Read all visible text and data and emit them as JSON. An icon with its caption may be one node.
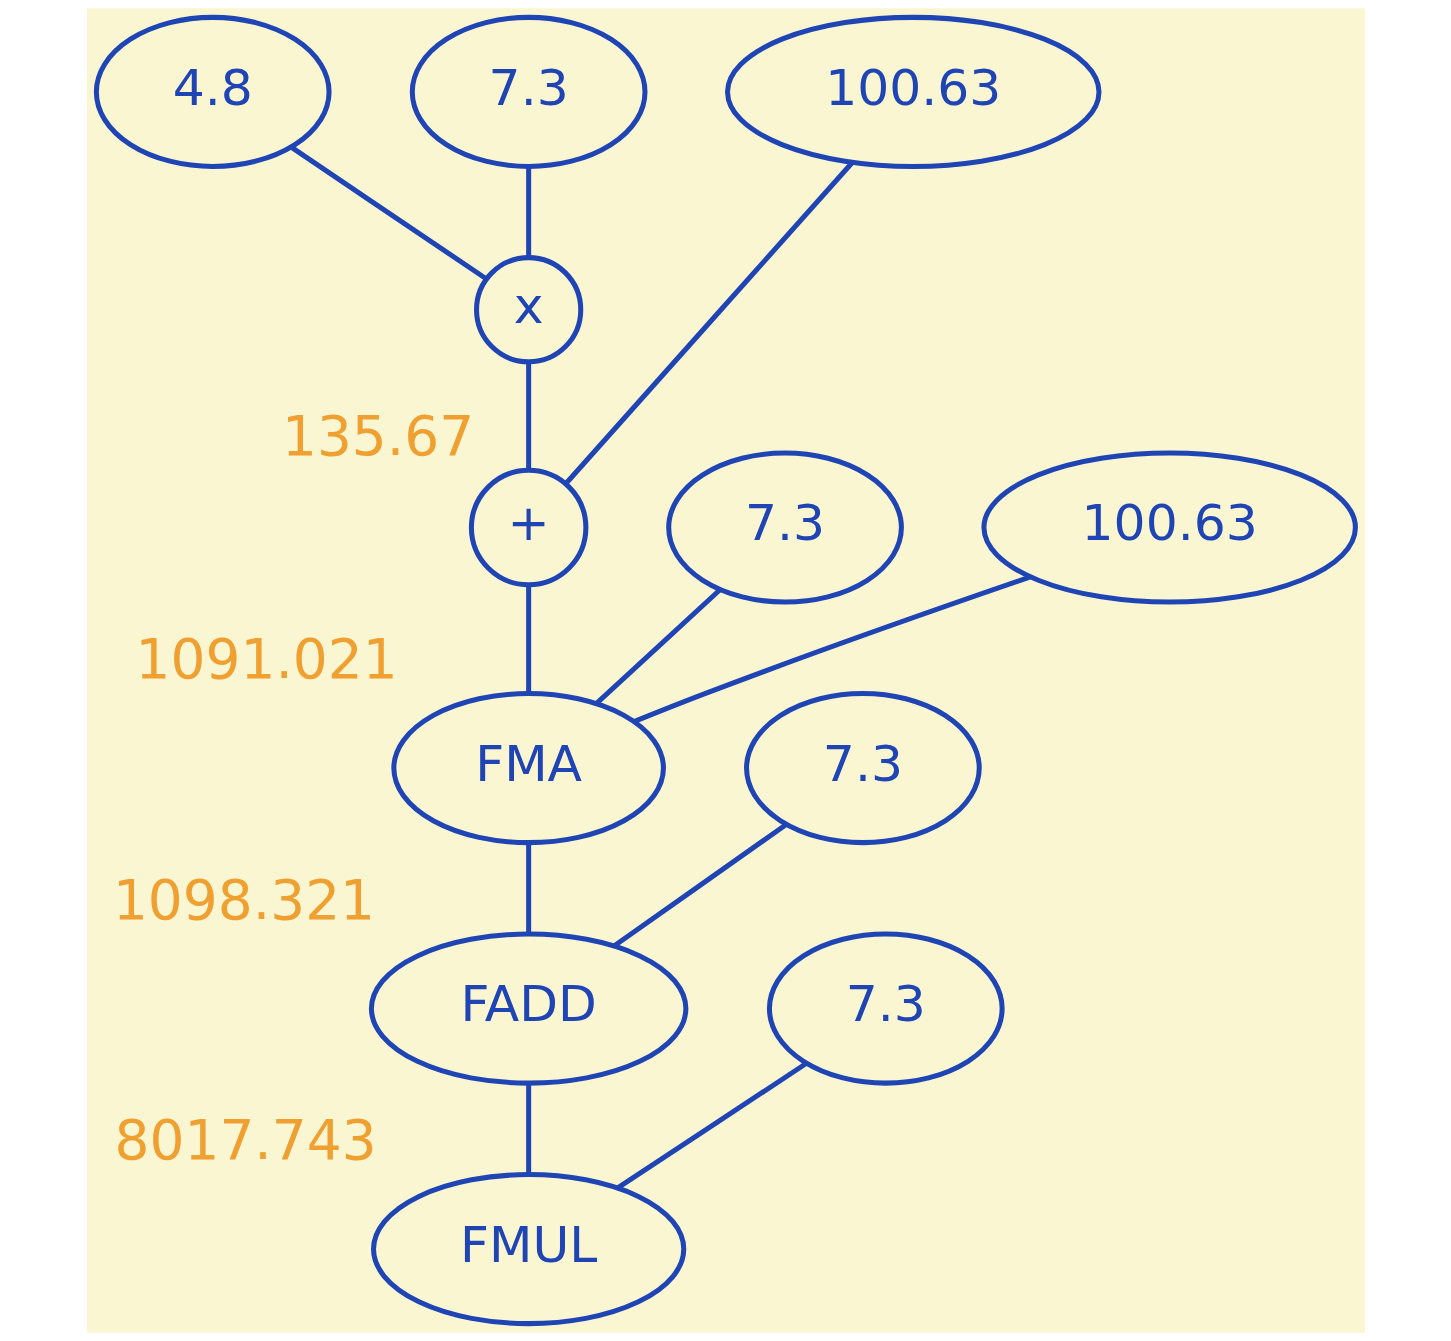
{
  "diagram": {
    "nodes": [
      {
        "text": [
          "4.8"
        ]
      },
      {
        "text": [
          "7.3"
        ]
      },
      {
        "text": [
          "100.63"
        ]
      },
      {
        "text": [
          "x"
        ]
      },
      {
        "text": [
          "+"
        ],
        "beside": [
          "135.67"
        ]
      },
      {
        "text": [
          "7.3"
        ]
      },
      {
        "text": [
          "100.63"
        ]
      },
      {
        "text": [
          "FMA"
        ],
        "beside": [
          "1091.021"
        ]
      },
      {
        "text": [
          "7.3"
        ]
      },
      {
        "text": [
          "FADD"
        ],
        "beside": [
          "1098.321"
        ]
      },
      {
        "text": [
          "7.3"
        ]
      },
      {
        "text": [
          "FMUL"
        ],
        "beside": [
          "8017.743"
        ]
      }
    ],
    "edges": [
      {
        "from": 0,
        "to": 3,
        "arrow": "none"
      },
      {
        "from": 1,
        "to": 3,
        "arrow": "none"
      },
      {
        "from": 3,
        "to": 4,
        "arrow": "none"
      },
      {
        "from": 2,
        "to": 4,
        "arrow": "none"
      },
      {
        "from": 4,
        "to": 7,
        "arrow": "none"
      },
      {
        "from": 5,
        "to": 7,
        "arrow": "none"
      },
      {
        "from": 6,
        "to": 7,
        "arrow": "none"
      },
      {
        "from": 7,
        "to": 9,
        "arrow": "none"
      },
      {
        "from": 8,
        "to": 9,
        "arrow": "none"
      },
      {
        "from": 9,
        "to": 11,
        "arrow": "none"
      },
      {
        "from": 10,
        "to": 11,
        "arrow": "none"
      }
    ]
  }
}
